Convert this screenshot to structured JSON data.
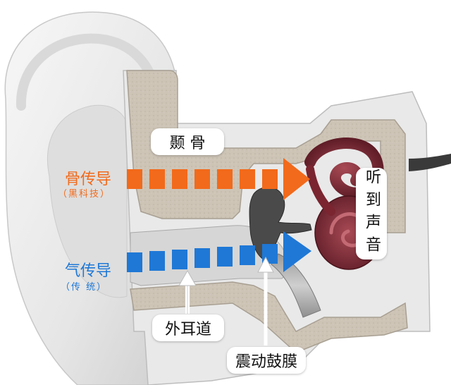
{
  "labels": {
    "temporal_bone": "颞 骨",
    "bone_conduction": "骨传导",
    "bone_conduction_sub": "（黑科技）",
    "air_conduction": "气传导",
    "air_conduction_sub": "（传 统）",
    "hearing": "听到声音",
    "ear_canal": "外耳道",
    "eardrum": "震动鼓膜"
  },
  "colors": {
    "bone_arrow": "#f26a1b",
    "air_arrow": "#1f78d6",
    "bone_tissue": "#cfc6b8",
    "cochlea": "#8a2f3b",
    "ear_skin": "#ededed"
  }
}
